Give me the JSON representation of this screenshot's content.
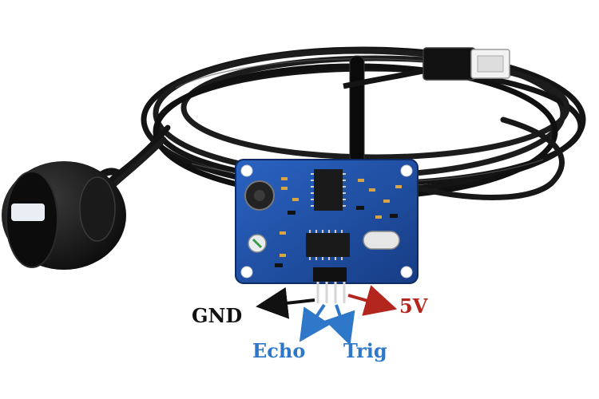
{
  "labels": {
    "gnd": "GND",
    "vcc": "5V",
    "echo": "Echo",
    "trig": "Trig"
  },
  "colors": {
    "gnd": "#111111",
    "vcc": "#b3261e",
    "signal": "#2f78c9",
    "board": "#1f4fa6",
    "cable": "#141414"
  },
  "icons": {
    "module": "ultrasonic-sensor-module-photo",
    "probe": "waterproof-transducer-probe",
    "connector": "usb-style-cable-connector"
  }
}
